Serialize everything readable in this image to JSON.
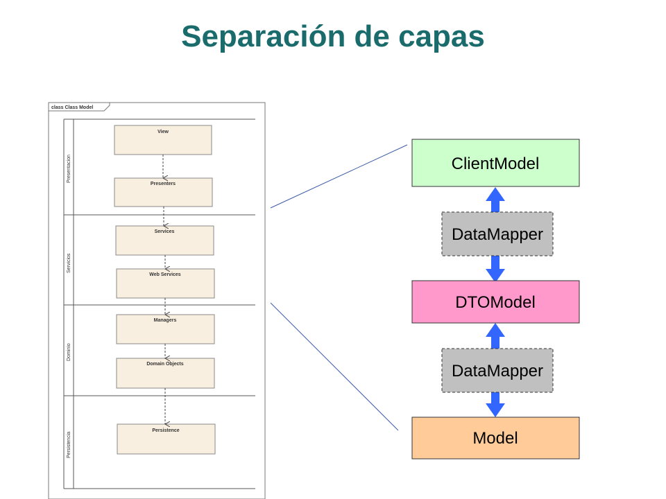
{
  "title": "Separación de capas",
  "uml": {
    "frame_label": "class Class Model",
    "lanes": [
      "Presentacion",
      "Servicios",
      "Dominio",
      "Persistencia"
    ],
    "boxes": [
      "View",
      "Presenters",
      "Services",
      "Web Services",
      "Managers",
      "Domain Objects",
      "Persistence"
    ]
  },
  "stack": {
    "client_model": "ClientModel",
    "mapper_top": "DataMapper",
    "dto_model": "DTOModel",
    "mapper_bottom": "DataMapper",
    "model": "Model"
  },
  "colors": {
    "title": "#1a6b6b",
    "client_model": "#ccffcc",
    "dto_model": "#ff99cc",
    "model": "#ffcc99",
    "mapper": "#c0c0c0",
    "arrow": "#3366ff",
    "uml_box": "#f9efe0"
  }
}
